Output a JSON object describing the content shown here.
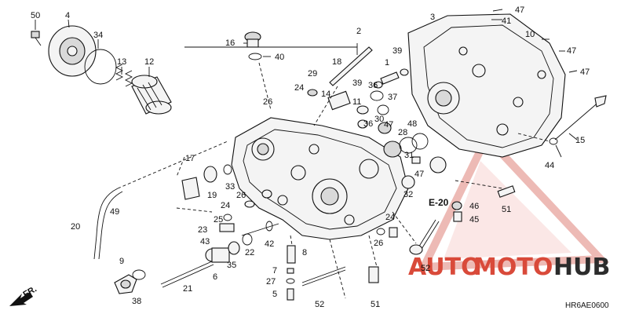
{
  "diagram_code": "HR6AE0600",
  "ref_label": "E-20",
  "direction_label": "FR.",
  "watermark": {
    "prefix": "AUTO",
    "middle": "MOTO",
    "suffix": "HUB",
    "color_red": "#d94a3a",
    "color_dark": "#2c2c2c"
  },
  "callouts": [
    {
      "id": "c50",
      "text": "50"
    },
    {
      "id": "c4",
      "text": "4"
    },
    {
      "id": "c34",
      "text": "34"
    },
    {
      "id": "c13",
      "text": "13"
    },
    {
      "id": "c12",
      "text": "12"
    },
    {
      "id": "c16",
      "text": "16"
    },
    {
      "id": "c40",
      "text": "40"
    },
    {
      "id": "c2",
      "text": "2"
    },
    {
      "id": "c18",
      "text": "18"
    },
    {
      "id": "c29",
      "text": "29"
    },
    {
      "id": "c26a",
      "text": "26"
    },
    {
      "id": "c24a",
      "text": "24"
    },
    {
      "id": "c1",
      "text": "1"
    },
    {
      "id": "c39a",
      "text": "39"
    },
    {
      "id": "c39b",
      "text": "39"
    },
    {
      "id": "c36a",
      "text": "36"
    },
    {
      "id": "c37",
      "text": "37"
    },
    {
      "id": "c14",
      "text": "14"
    },
    {
      "id": "c11",
      "text": "11"
    },
    {
      "id": "c36b",
      "text": "36"
    },
    {
      "id": "c30",
      "text": "30"
    },
    {
      "id": "c47a",
      "text": "47"
    },
    {
      "id": "c48",
      "text": "48"
    },
    {
      "id": "c28",
      "text": "28"
    },
    {
      "id": "c31",
      "text": "31"
    },
    {
      "id": "c47b",
      "text": "47"
    },
    {
      "id": "c32",
      "text": "32"
    },
    {
      "id": "c3",
      "text": "3"
    },
    {
      "id": "c47c",
      "text": "47"
    },
    {
      "id": "c41",
      "text": "41"
    },
    {
      "id": "c10",
      "text": "10"
    },
    {
      "id": "c47d",
      "text": "47"
    },
    {
      "id": "c47e",
      "text": "47"
    },
    {
      "id": "c15",
      "text": "15"
    },
    {
      "id": "c44",
      "text": "44"
    },
    {
      "id": "c17",
      "text": "17"
    },
    {
      "id": "c33",
      "text": "33"
    },
    {
      "id": "c19",
      "text": "19"
    },
    {
      "id": "c26b",
      "text": "26"
    },
    {
      "id": "c24b",
      "text": "24"
    },
    {
      "id": "c49",
      "text": "49"
    },
    {
      "id": "c20",
      "text": "20"
    },
    {
      "id": "c25",
      "text": "25"
    },
    {
      "id": "c23",
      "text": "23"
    },
    {
      "id": "c22",
      "text": "22"
    },
    {
      "id": "c42",
      "text": "42"
    },
    {
      "id": "c43",
      "text": "43"
    },
    {
      "id": "c35",
      "text": "35"
    },
    {
      "id": "c9",
      "text": "9"
    },
    {
      "id": "c6",
      "text": "6"
    },
    {
      "id": "c21",
      "text": "21"
    },
    {
      "id": "c38",
      "text": "38"
    },
    {
      "id": "c8",
      "text": "8"
    },
    {
      "id": "c7",
      "text": "7"
    },
    {
      "id": "c27",
      "text": "27"
    },
    {
      "id": "c5",
      "text": "5"
    },
    {
      "id": "c52a",
      "text": "52"
    },
    {
      "id": "c51a",
      "text": "51"
    },
    {
      "id": "c24c",
      "text": "24"
    },
    {
      "id": "c26c",
      "text": "26"
    },
    {
      "id": "c52b",
      "text": "52"
    },
    {
      "id": "c46",
      "text": "46"
    },
    {
      "id": "c45",
      "text": "45"
    },
    {
      "id": "c51b",
      "text": "51"
    }
  ]
}
